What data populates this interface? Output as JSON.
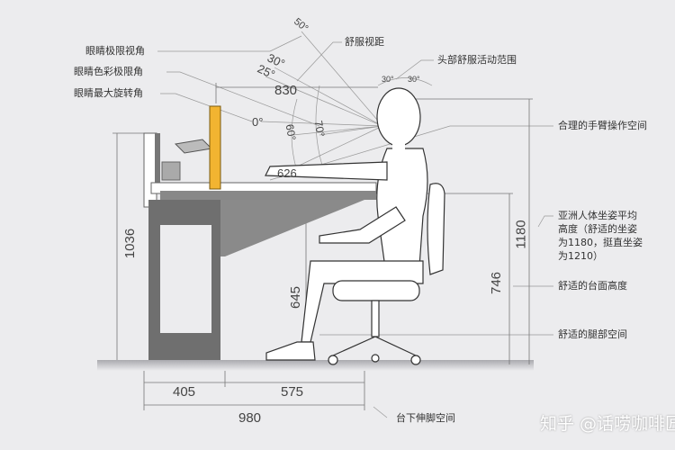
{
  "labels": {
    "eye_limit_angle": "眼睛极限视角",
    "eye_color_limit_angle": "眼睛色彩极限角",
    "eye_max_rotation": "眼睛最大旋转角",
    "comfortable_view_distance": "舒服视距",
    "head_comfort_range": "头部舒服活动范围",
    "arm_space": "合理的手臂操作空间",
    "sitting_height_1": "亚洲人体坐姿平均",
    "sitting_height_2": "高度（舒适的坐姿",
    "sitting_height_3": "为1180，挺直坐姿",
    "sitting_height_4": "为1210）",
    "desk_height": "舒适的台面高度",
    "leg_space": "舒适的腿部空间",
    "foot_space": "台下伸脚空间"
  },
  "dimensions": {
    "d830": "830",
    "d626": "626",
    "d1036": "1036",
    "d1180": "1180",
    "d746": "746",
    "d645": "645",
    "d405": "405",
    "d575": "575",
    "d980": "980"
  },
  "angles": {
    "a50": "50°",
    "a30": "30°",
    "a25": "25°",
    "a0": "0°",
    "a60": "60°",
    "a70": "70°",
    "head_left": "30°",
    "head_right": "30°"
  },
  "watermark": "知乎 @话唠咖啡匠",
  "colors": {
    "monitor": "#f2b431",
    "frame": "#6f6f6f",
    "floor": "#b8b8bc"
  }
}
